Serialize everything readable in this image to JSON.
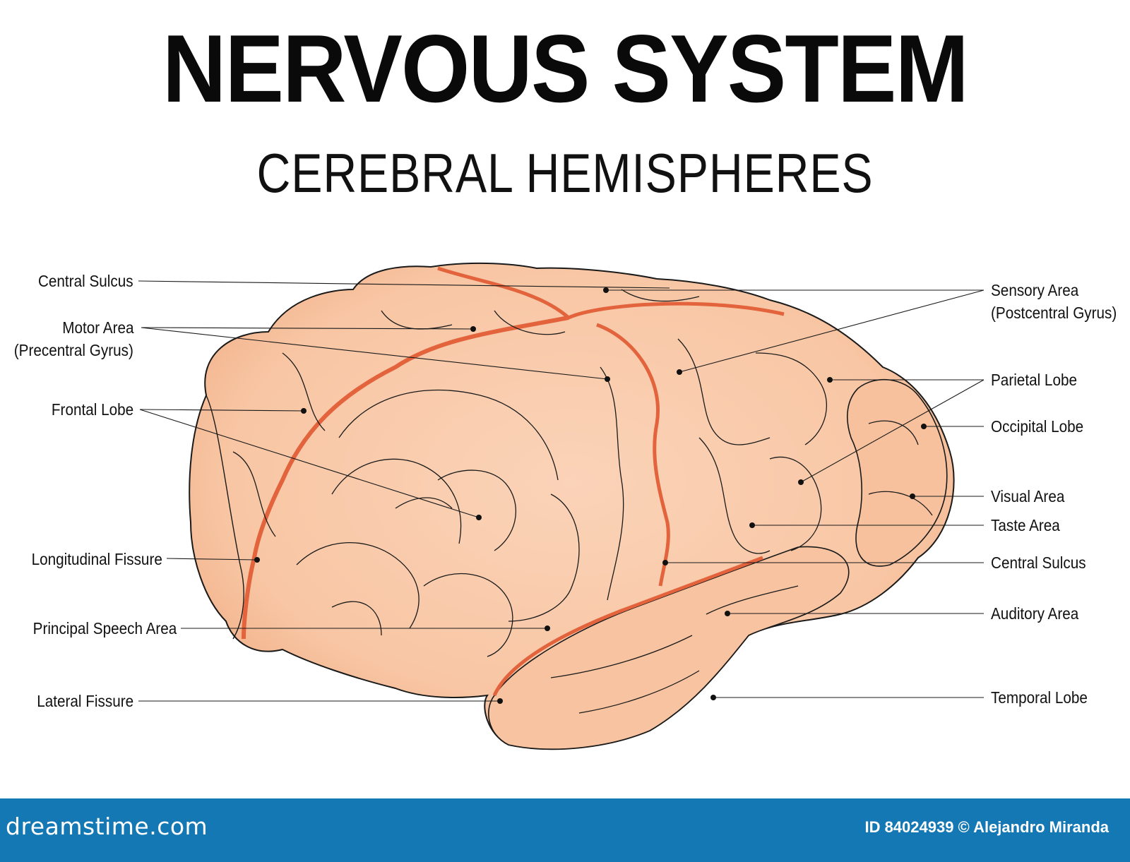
{
  "header": {
    "title": "NERVOUS SYSTEM",
    "subtitle": "CEREBRAL HEMISPHERES"
  },
  "labels_left": [
    {
      "id": "central-sulcus-left",
      "text": "Central Sulcus"
    },
    {
      "id": "motor-area",
      "text": "Motor Area",
      "text2": "(Precentral Gyrus)"
    },
    {
      "id": "frontal-lobe",
      "text": "Frontal Lobe"
    },
    {
      "id": "longitudinal-fissure",
      "text": "Longitudinal Fissure"
    },
    {
      "id": "principal-speech-area",
      "text": "Principal Speech Area"
    },
    {
      "id": "lateral-fissure",
      "text": "Lateral Fissure"
    }
  ],
  "labels_right": [
    {
      "id": "sensory-area",
      "text": "Sensory Area",
      "text2": "(Postcentral Gyrus)"
    },
    {
      "id": "parietal-lobe",
      "text": "Parietal Lobe"
    },
    {
      "id": "occipital-lobe",
      "text": "Occipital Lobe"
    },
    {
      "id": "visual-area",
      "text": "Visual Area"
    },
    {
      "id": "taste-area",
      "text": "Taste Area"
    },
    {
      "id": "central-sulcus-right",
      "text": "Central Sulcus"
    },
    {
      "id": "auditory-area",
      "text": "Auditory Area"
    },
    {
      "id": "temporal-lobe",
      "text": "Temporal Lobe"
    }
  ],
  "colors": {
    "brain_fill": "#f8c6a4",
    "brain_shade": "#f0ac85",
    "fissure": "#e2633c",
    "outline": "#1a1a1a",
    "footer": "#1478b4"
  },
  "footer": {
    "brand": "dreamstime.com",
    "credit": "ID 84024939 © Alejandro Miranda"
  }
}
